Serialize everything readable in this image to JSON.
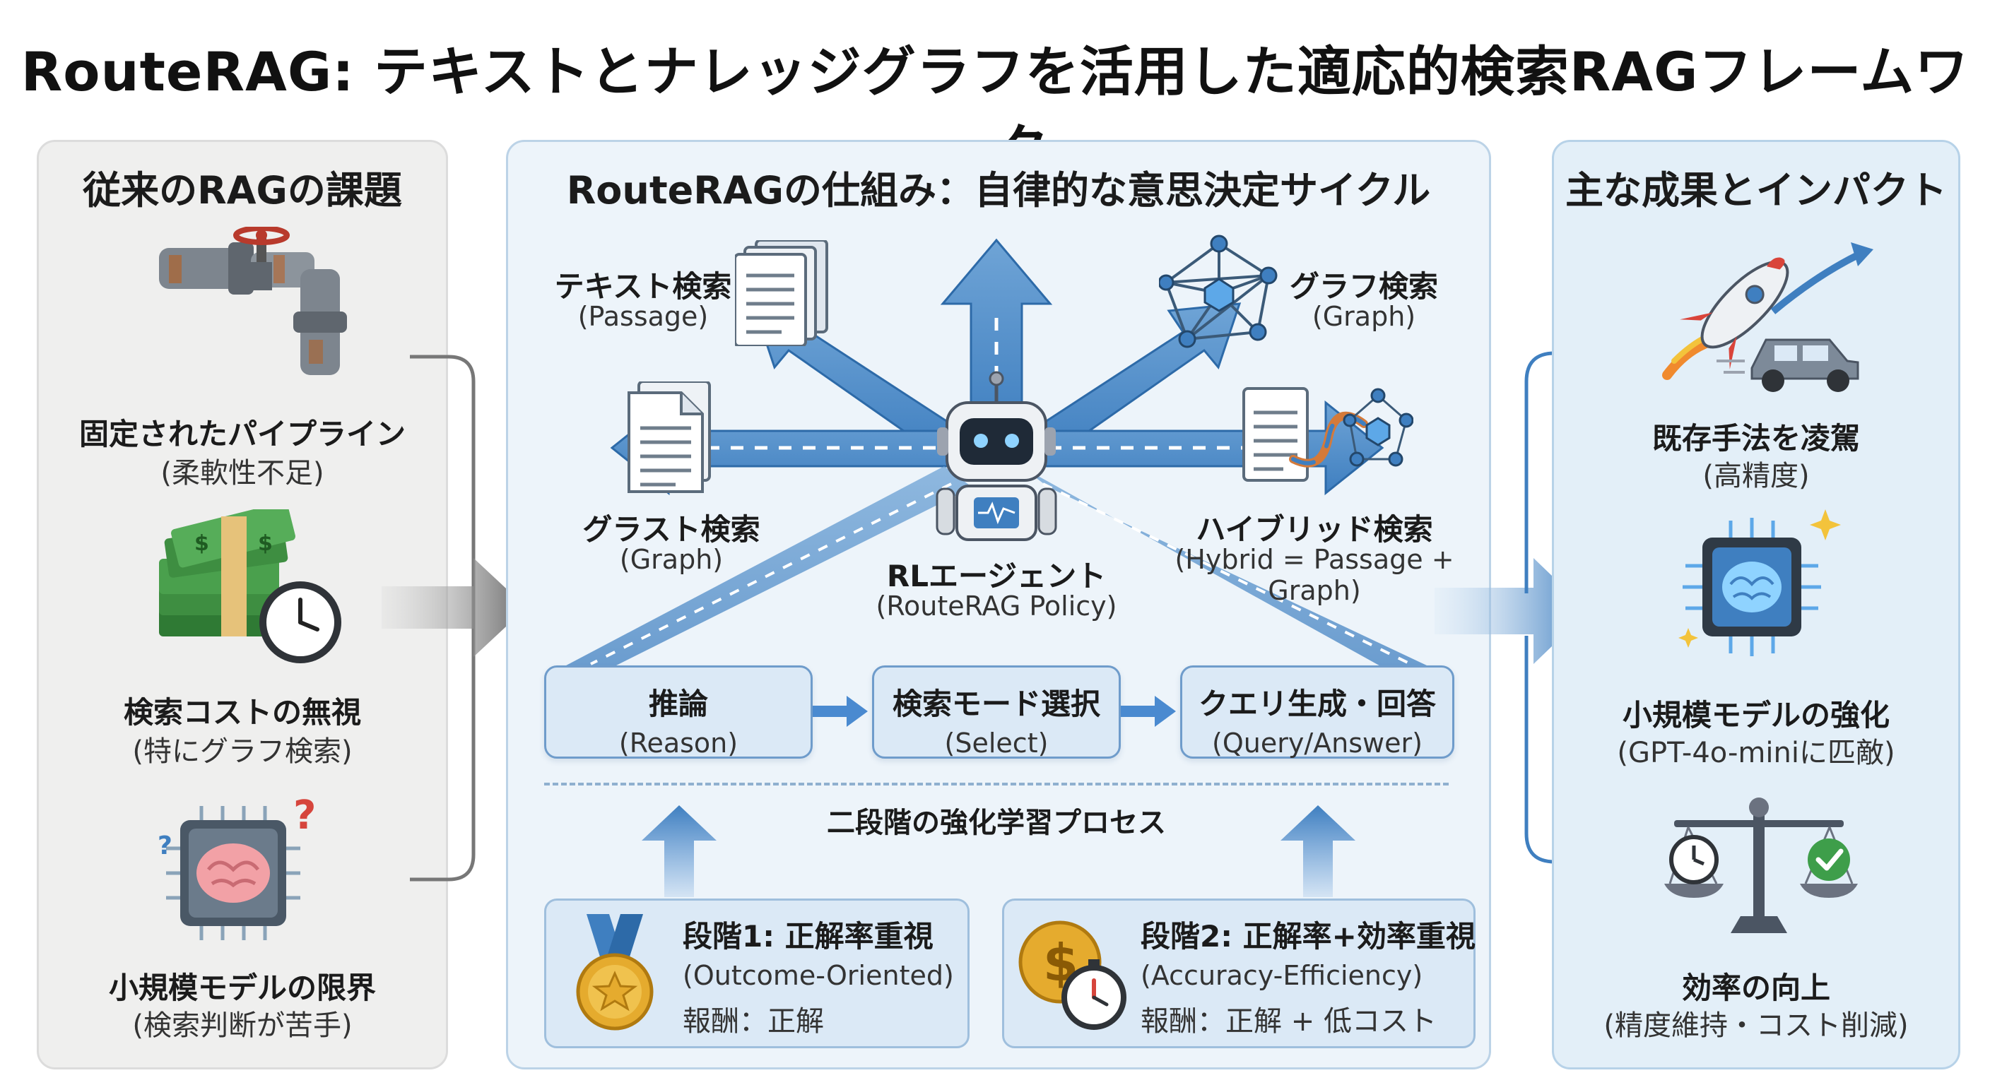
{
  "title": "RouteRAG: テキストとナレッジグラフを活用した適応的検索RAGフレームワーク",
  "left_panel": {
    "heading": "従来のRAGの課題",
    "items": [
      {
        "label": "固定されたパイプライン",
        "sub": "(柔軟性不足)",
        "icon": "rusty-pipe-icon"
      },
      {
        "label": "検索コストの無視",
        "sub": "(特にグラフ検索)",
        "icon": "money-clock-icon"
      },
      {
        "label": "小規模モデルの限界",
        "sub": "(検索判断が苦手)",
        "icon": "confused-brain-chip-icon"
      }
    ]
  },
  "mid_panel": {
    "heading": "RouteRAGの仕組み：自律的な意思決定サイクル",
    "nodes": {
      "text_search": {
        "label": "テキスト検索",
        "sub": "(Passage)"
      },
      "graph_search": {
        "label": "グラフ検索",
        "sub": "(Graph)"
      },
      "glast_search": {
        "label": "グラスト検索",
        "sub": "(Graph)"
      },
      "hybrid_search": {
        "label": "ハイブリッド検索",
        "sub": "(Hybrid = Passage + Graph)"
      },
      "agent": {
        "label": "RLエージェント",
        "sub": "(RouteRAG Policy)"
      }
    },
    "steps": [
      {
        "label": "推論",
        "sub": "(Reason)"
      },
      {
        "label": "検索モード選択",
        "sub": "(Select)"
      },
      {
        "label": "クエリ生成・回答",
        "sub": "(Query/Answer)"
      }
    ],
    "process_label": "二段階の強化学習プロセス",
    "stages": [
      {
        "label": "段階1: 正解率重視",
        "sub": "(Outcome-Oriented)",
        "reward": "報酬：正解",
        "icon": "medal-icon"
      },
      {
        "label": "段階2: 正解率+効率重視",
        "sub": "(Accuracy-Efficiency)",
        "reward": "報酬：正解 + 低コスト",
        "icon": "coin-stopwatch-icon"
      }
    ]
  },
  "right_panel": {
    "heading": "主な成果とインパクト",
    "items": [
      {
        "label": "既存手法を凌駕",
        "sub": "(高精度)",
        "icon": "rocket-car-icon"
      },
      {
        "label": "小規模モデルの強化",
        "sub": "(GPT-4o-miniに匹敵)",
        "icon": "brain-chip-icon"
      },
      {
        "label": "効率の向上",
        "sub": "(精度維持・コスト削減)",
        "icon": "balance-scale-icon"
      }
    ]
  },
  "colors": {
    "accent_blue": "#3f7fc0",
    "light_blue": "#dbe9f6",
    "left_panel_bg": "#efefee",
    "mid_panel_bg": "#edf4fa",
    "right_panel_bg": "#e3eff8",
    "money_green": "#3e8e41",
    "rocket_red": "#d9443a",
    "gold": "#e5ab2e"
  }
}
